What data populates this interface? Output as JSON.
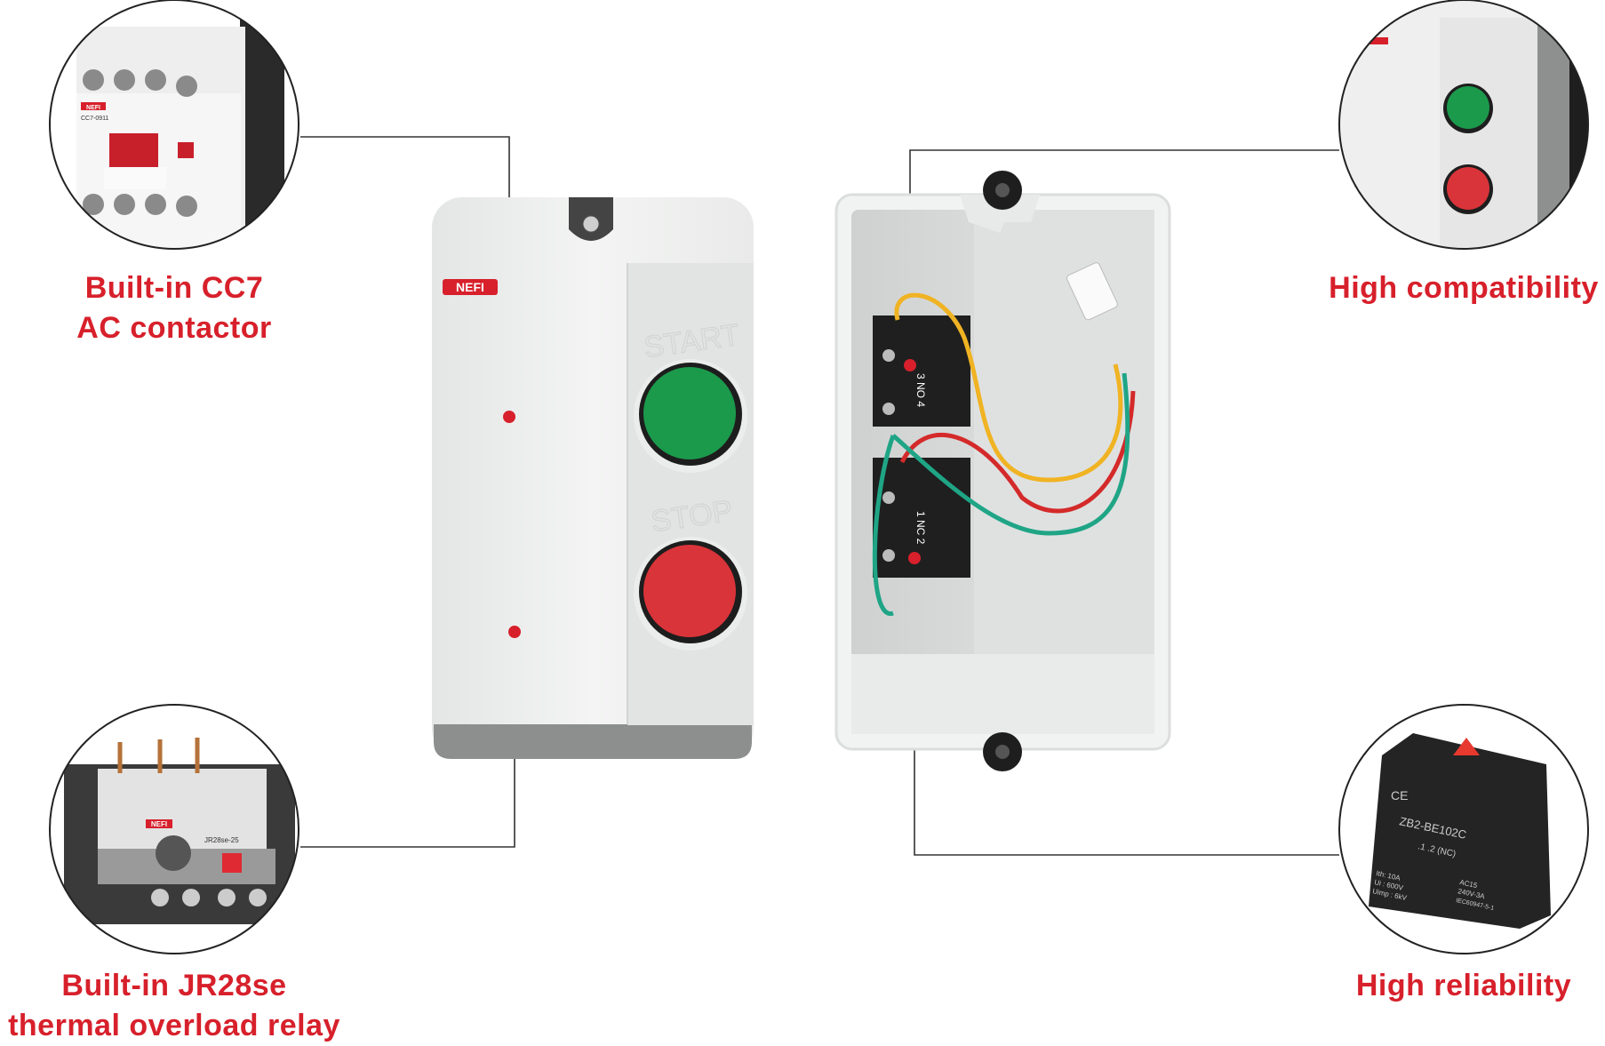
{
  "brand": "NEFI",
  "accent_color": "#d7202b",
  "callouts": [
    {
      "lines": [
        "Built-in CC7",
        "AC contactor"
      ]
    },
    {
      "lines": [
        "Built-in JR28se",
        "thermal overload relay"
      ]
    },
    {
      "lines": [
        "High compatibility"
      ]
    },
    {
      "lines": [
        "High reliability"
      ]
    }
  ],
  "enclosure": {
    "start_label": "START",
    "stop_label": "STOP",
    "start_color": "#1b9a4b",
    "stop_color": "#d9343a"
  },
  "interior": {
    "no_label": "3 NO 4",
    "nc_label": "1 NC 2"
  },
  "products": {
    "contactor_model": "CC7-0911",
    "relay_model": "JR28se-25",
    "contact_block": {
      "model": "ZB2-BE102C",
      "type": ".1 .2 (NC)",
      "specs_left": [
        "Ith: 10A",
        "Ui : 600V",
        "Uimp : 6kV"
      ],
      "specs_right": [
        "AC15",
        "240V-3A",
        "IEC60947-5-1"
      ],
      "mark": "CE"
    }
  }
}
